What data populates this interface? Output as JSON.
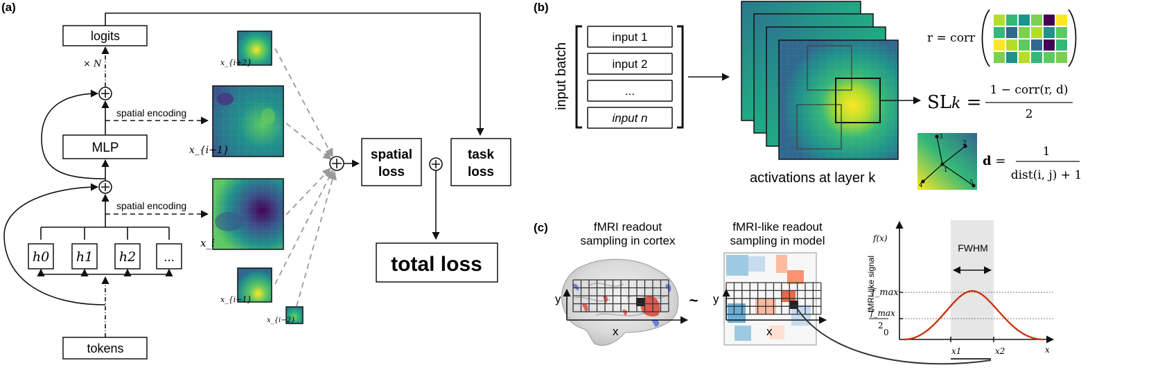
{
  "panel_a": {
    "label": "(a)",
    "logits": "logits",
    "repeat": "× N",
    "mlp": "MLP",
    "tokens": "tokens",
    "spatial_encoding_top": "spatial encoding",
    "spatial_encoding_bottom": "spatial encoding",
    "heads": [
      "h0",
      "h1",
      "h2",
      "..."
    ],
    "map_labels": [
      "x_{i+2}",
      "x_{i+1}",
      "x_i",
      "x_{i−1}",
      "x_{i−2}"
    ],
    "spatial_loss": [
      "spatial",
      "loss"
    ],
    "task_loss": [
      "task",
      "loss"
    ],
    "total_loss": "total loss"
  },
  "panel_b": {
    "label": "(b)",
    "input_batch": "input batch",
    "inputs": [
      "input 1",
      "input 2",
      "...",
      "input n"
    ],
    "activations_caption": "activations at layer k",
    "r_formula": "r = corr",
    "sl_formula": {
      "lhs": "SL",
      "sub": "k",
      "num": "1 − corr(r, d)",
      "den": "2"
    },
    "d_formula": {
      "lhs": "d",
      "num": "1",
      "den": "dist(i, j) + 1"
    },
    "d_point_labels": [
      "1",
      "2",
      "3",
      "4",
      "5"
    ]
  },
  "panel_c": {
    "label": "(c)",
    "fmri_title": [
      "fMRI readout",
      "sampling in cortex"
    ],
    "model_title": [
      "fMRI-like readout",
      "sampling in model"
    ],
    "tilde": "~",
    "axis_y": "y",
    "axis_x": "x",
    "graph": {
      "ylabel": "fMRI-like signal",
      "fx": "f(x)",
      "fmax": "f_max",
      "fmax_half_num": "f_max",
      "fmax_half_den": "2",
      "zero": "0",
      "x1": "x1",
      "x2": "x2",
      "x": "x",
      "fwhm": "FWHM"
    }
  },
  "colors": {
    "viridis_dark": "#440154",
    "viridis_mid": "#21918c",
    "viridis_yellow": "#fde725",
    "curve": "#cc3311",
    "fwhm_band": "#e6e6e6",
    "fmri_red": "#d7301f",
    "fmri_blue": "#3b5bdb"
  }
}
